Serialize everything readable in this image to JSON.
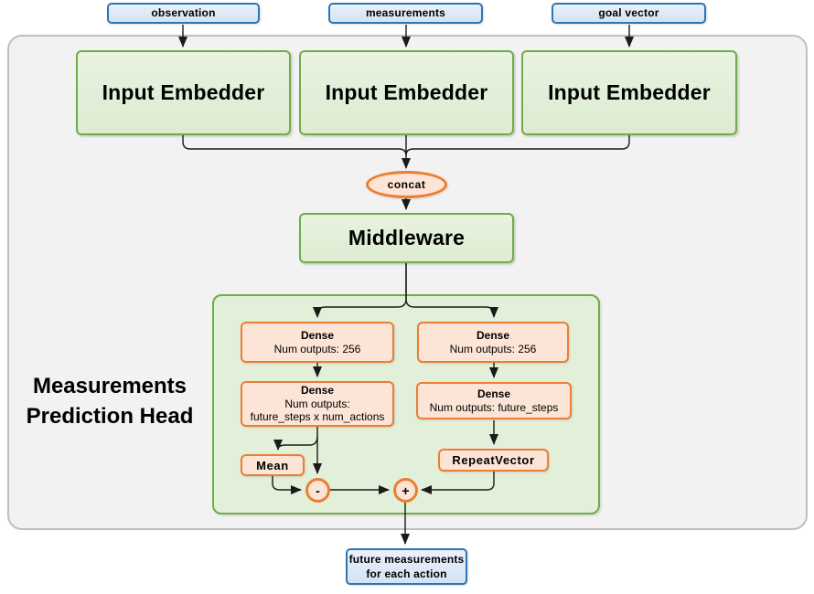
{
  "diagram": {
    "inputs": [
      {
        "label": "observation"
      },
      {
        "label": "measurements"
      },
      {
        "label": "goal vector"
      }
    ],
    "embedders": [
      {
        "label": "Input Embedder"
      },
      {
        "label": "Input Embedder"
      },
      {
        "label": "Input Embedder"
      }
    ],
    "concat_label": "concat",
    "middleware_label": "Middleware",
    "head": {
      "title_line1": "Measurements",
      "title_line2": "Prediction Head",
      "dense_left_1": {
        "title": "Dense",
        "subtitle": "Num outputs: 256"
      },
      "dense_right_1": {
        "title": "Dense",
        "subtitle": "Num outputs: 256"
      },
      "dense_left_2": {
        "title": "Dense",
        "subtitle": "Num outputs:",
        "subtitle2": "future_steps x num_actions"
      },
      "dense_right_2": {
        "title": "Dense",
        "subtitle": "Num outputs: future_steps"
      },
      "mean_label": "Mean",
      "repeat_vector_label": "RepeatVector",
      "minus_label": "-",
      "plus_label": "+"
    },
    "output": {
      "line1": "future measurements",
      "line2": "for each action"
    },
    "colors": {
      "blue_border": "#2e75b6",
      "blue_fill": "#dbe9f7",
      "green_border": "#70ad47",
      "green_fill": "#e2efd9",
      "orange_border": "#ed7d31",
      "orange_fill": "#fce4d6",
      "container_fill": "#f2f2f2",
      "container_border": "#bfbfbf",
      "line": "#1a1a1a"
    }
  }
}
